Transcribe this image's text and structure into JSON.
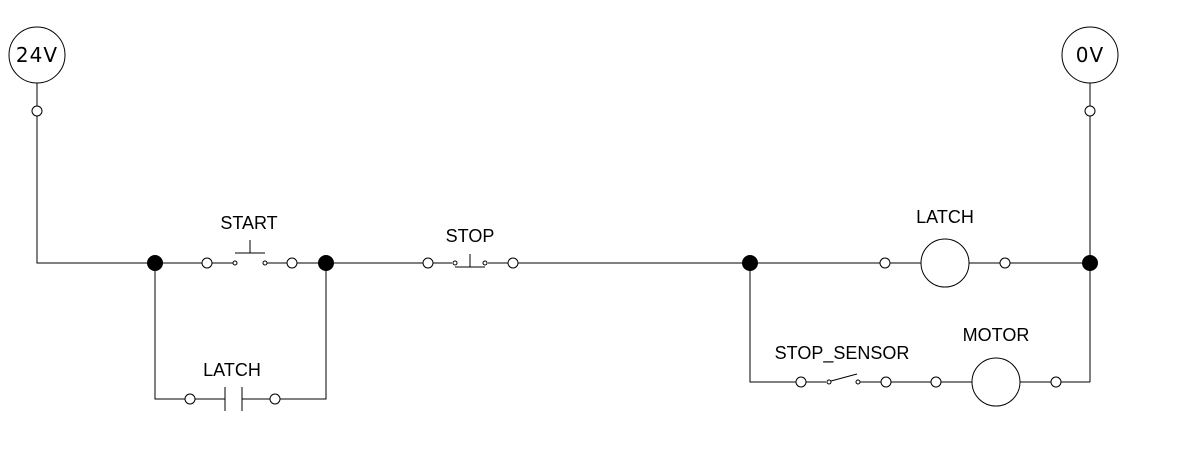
{
  "supply": {
    "positive": "24V",
    "negative": "0V"
  },
  "components": {
    "start": {
      "label": "START"
    },
    "stop": {
      "label": "STOP"
    },
    "latch_contact": {
      "label": "LATCH"
    },
    "latch_coil": {
      "label": "LATCH"
    },
    "stop_sensor": {
      "label": "STOP_SENSOR"
    },
    "motor": {
      "label": "MOTOR"
    }
  },
  "colors": {
    "line": "#000000",
    "background": "#ffffff"
  }
}
